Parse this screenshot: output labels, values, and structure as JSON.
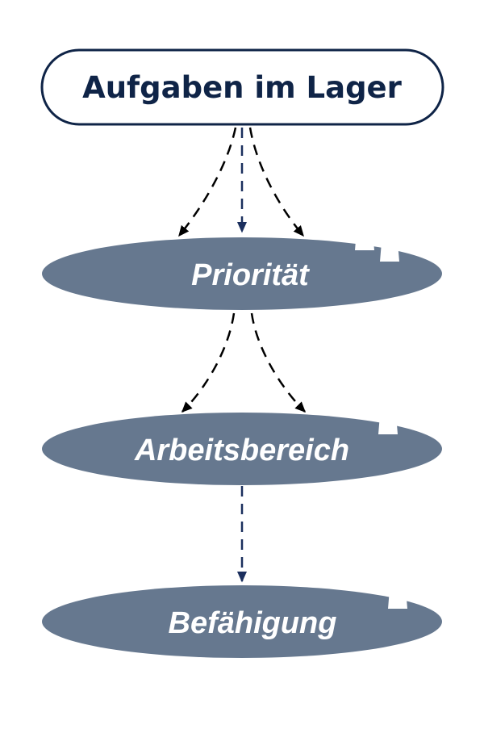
{
  "diagram": {
    "title": "Aufgaben im Lager",
    "levels": [
      {
        "label": "Priorität",
        "workers": 3
      },
      {
        "label": "Arbeitsbereich",
        "workers": 2
      },
      {
        "label": "Befähigung",
        "workers": 1
      }
    ],
    "colors": {
      "title_text": "#0f2447",
      "title_border": "#0f2447",
      "ellipse_fill": "#66788f",
      "ellipse_text": "#ffffff",
      "arrow_dark": "#000000",
      "arrow_navy": "#1b2f5e",
      "worker_icon": "#15264a"
    },
    "icons": [
      "person-icon"
    ]
  }
}
